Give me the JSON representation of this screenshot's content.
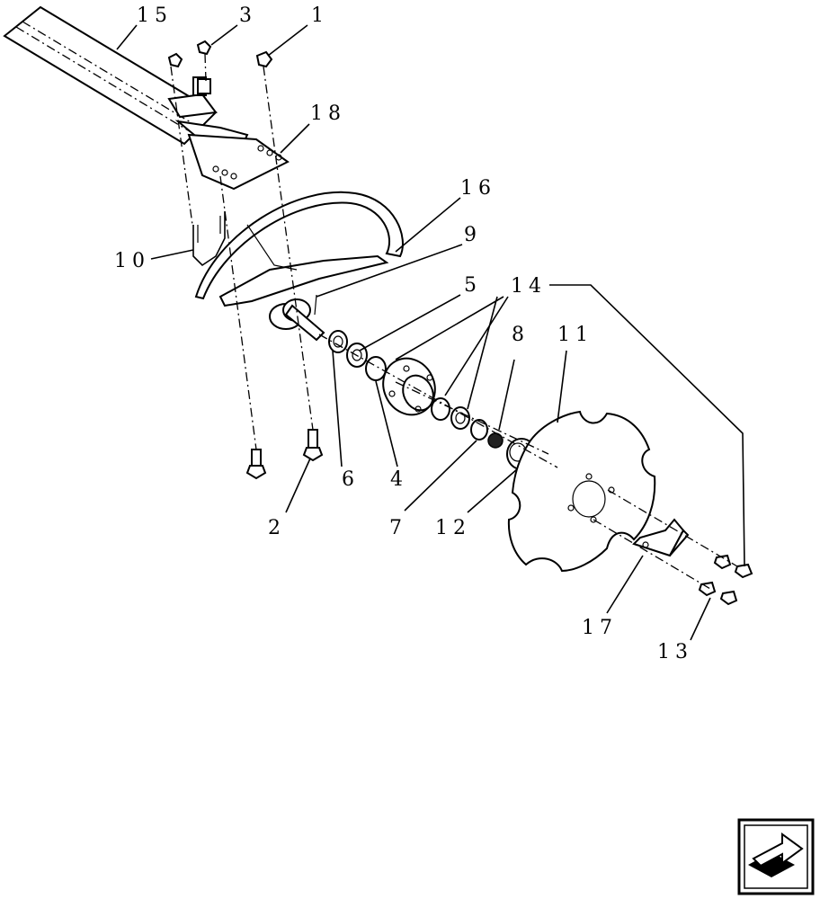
{
  "callouts": {
    "c1": "1",
    "c2": "2",
    "c3": "3",
    "c4": "4",
    "c5": "5",
    "c6": "6",
    "c7": "7",
    "c8": "8",
    "c9": "9",
    "c10": "10",
    "c11": "11",
    "c12": "12",
    "c13": "13",
    "c14": "14",
    "c15": "15",
    "c16": "16",
    "c17": "17",
    "c18": "18"
  },
  "nav": {
    "next_page_icon": "next-page-arrow-icon"
  }
}
